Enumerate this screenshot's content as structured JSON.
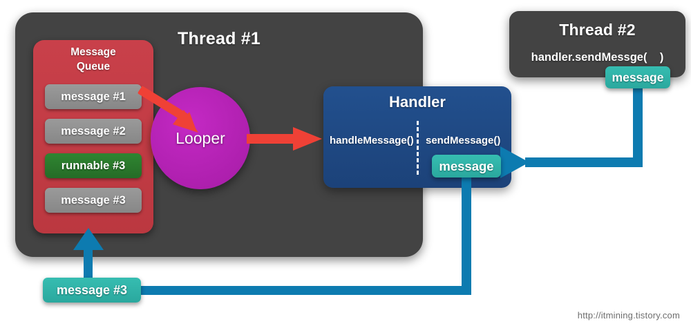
{
  "colors": {
    "thread_box": "#434343",
    "message_queue": "#c33c44",
    "queue_item_grey": "#8f8f8f",
    "queue_item_green": "#2a7a2c",
    "looper": "#b520b5",
    "handler": "#1f4a85",
    "teal_badge": "#2fb5aa",
    "blue_arrow": "#0d7bb0",
    "red_arrow": "#ef4136",
    "page_background": "#ffffff",
    "text_light": "#ffffff",
    "watermark": "#6e6e6e"
  },
  "thread1": {
    "title": "Thread #1",
    "message_queue": {
      "title": "Message\nQueue",
      "title_line1": "Message",
      "title_line2": "Queue",
      "items": [
        {
          "label": "message #1",
          "kind": "grey"
        },
        {
          "label": "message #2",
          "kind": "grey"
        },
        {
          "label": "runnable #3",
          "kind": "green"
        },
        {
          "label": "message #3",
          "kind": "grey"
        }
      ]
    },
    "looper": {
      "label": "Looper"
    },
    "handler": {
      "title": "Handler",
      "left_method": "handleMessage()",
      "right_method": "sendMessage()",
      "incoming_badge": "message"
    }
  },
  "thread2": {
    "title": "Thread #2",
    "code": "handler.sendMessge(    )",
    "badge": "message"
  },
  "bottom_badge": {
    "label": "message #3"
  },
  "watermark": {
    "text": "http://itmining.tistory.com"
  },
  "icons": {
    "red_arrow_queue_to_looper": "red-arrow-icon",
    "red_arrow_looper_to_handler": "red-arrow-icon",
    "blue_arrow_into_handler": "blue-arrow-icon",
    "blue_arrow_into_queue": "blue-arrow-icon"
  }
}
